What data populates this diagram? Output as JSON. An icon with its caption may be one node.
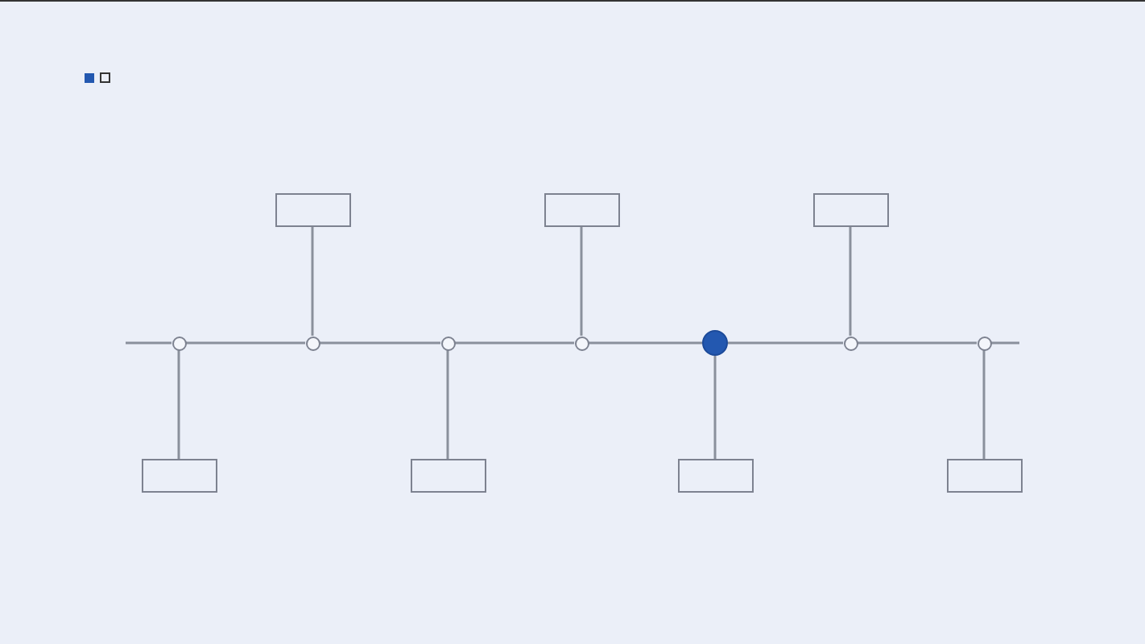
{
  "diagram": {
    "nodes": [
      {
        "text": [],
        "shape": "circle"
      },
      {
        "text": [],
        "shape": "box"
      },
      {
        "text": [],
        "shape": "circle"
      },
      {
        "text": [],
        "shape": "box"
      },
      {
        "text": [],
        "shape": "circle"
      },
      {
        "text": [],
        "shape": "box"
      },
      {
        "text": [],
        "shape": "circle"
      },
      {
        "text": [],
        "shape": "box"
      },
      {
        "text": [],
        "shape": "dot"
      },
      {
        "text": [],
        "shape": "box"
      },
      {
        "text": [],
        "shape": "circle"
      },
      {
        "text": [],
        "shape": "box"
      },
      {
        "text": [],
        "shape": "circle"
      },
      {
        "text": [],
        "shape": "box"
      }
    ],
    "edges": [
      {
        "from": null,
        "to": 0,
        "arrow": "none"
      },
      {
        "from": 0,
        "to": 2,
        "arrow": "none"
      },
      {
        "from": 2,
        "to": 4,
        "arrow": "none"
      },
      {
        "from": 4,
        "to": 6,
        "arrow": "none"
      },
      {
        "from": 6,
        "to": 8,
        "arrow": "none"
      },
      {
        "from": 8,
        "to": 10,
        "arrow": "none"
      },
      {
        "from": 10,
        "to": 12,
        "arrow": "none"
      },
      {
        "from": 12,
        "to": null,
        "arrow": "none"
      },
      {
        "from": 1,
        "to": 0,
        "arrow": "none"
      },
      {
        "from": 3,
        "to": 2,
        "arrow": "none"
      },
      {
        "from": 5,
        "to": 4,
        "arrow": "none"
      },
      {
        "from": 7,
        "to": 6,
        "arrow": "none"
      },
      {
        "from": 9,
        "to": 8,
        "arrow": "none"
      },
      {
        "from": 11,
        "to": 10,
        "arrow": "none"
      },
      {
        "from": 13,
        "to": 12,
        "arrow": "none"
      }
    ]
  }
}
